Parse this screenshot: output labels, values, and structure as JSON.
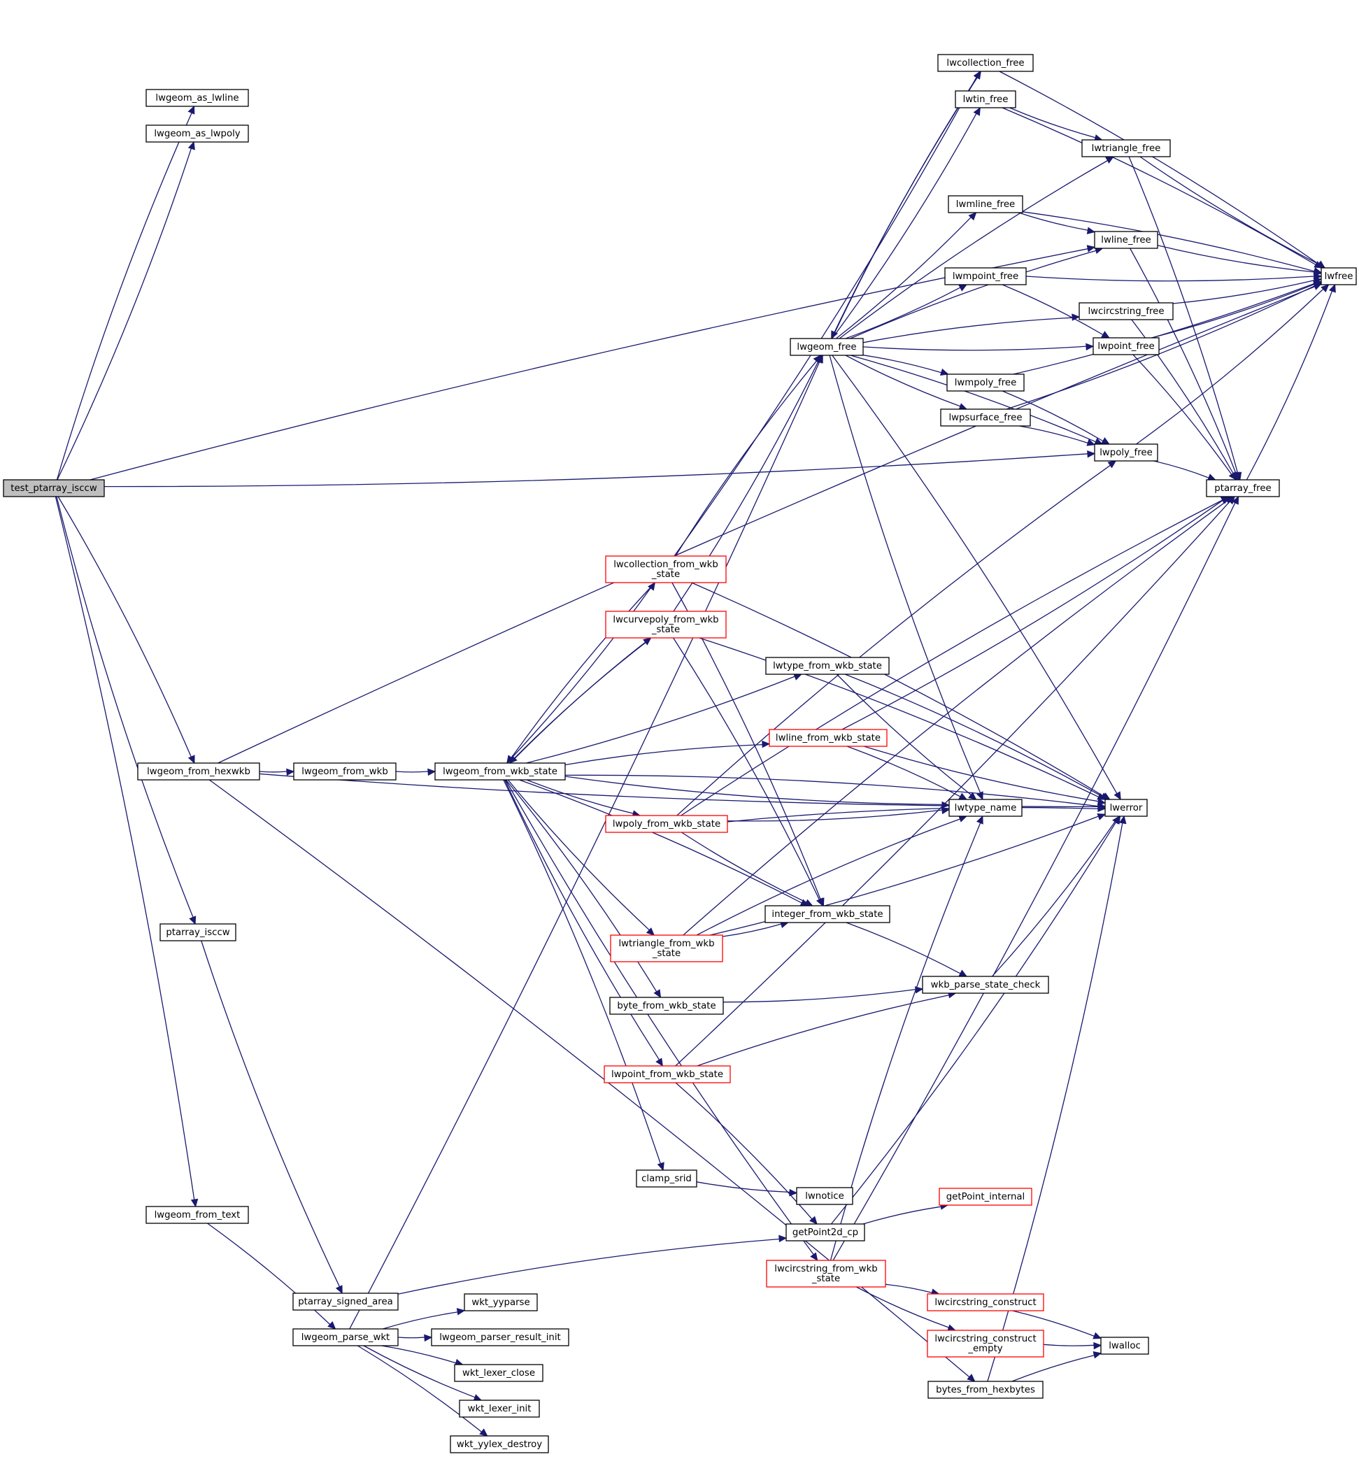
{
  "colors": {
    "edge": "#191970",
    "node_border": "#000000",
    "node_border_truncated": "#ff0000",
    "root_fill": "#bfbfbf",
    "background": "#ffffff"
  },
  "nodes": [
    {
      "id": "test_ptarray_isccw",
      "lines": [
        "test_ptarray_isccw"
      ],
      "style": "root"
    },
    {
      "id": "lwgeom_as_lwline",
      "lines": [
        "lwgeom_as_lwline"
      ]
    },
    {
      "id": "lwgeom_as_lwpoly",
      "lines": [
        "lwgeom_as_lwpoly"
      ]
    },
    {
      "id": "lwgeom_from_hexwkb",
      "lines": [
        "lwgeom_from_hexwkb"
      ]
    },
    {
      "id": "ptarray_isccw",
      "lines": [
        "ptarray_isccw"
      ]
    },
    {
      "id": "lwgeom_from_text",
      "lines": [
        "lwgeom_from_text"
      ]
    },
    {
      "id": "lwgeom_from_wkb",
      "lines": [
        "lwgeom_from_wkb"
      ]
    },
    {
      "id": "ptarray_signed_area",
      "lines": [
        "ptarray_signed_area"
      ]
    },
    {
      "id": "lwgeom_parse_wkt",
      "lines": [
        "lwgeom_parse_wkt"
      ]
    },
    {
      "id": "lwgeom_from_wkb_state",
      "lines": [
        "lwgeom_from_wkb_state"
      ]
    },
    {
      "id": "wkt_yyparse",
      "lines": [
        "wkt_yyparse"
      ]
    },
    {
      "id": "lwgeom_parser_result_init",
      "lines": [
        "lwgeom_parser_result_init"
      ]
    },
    {
      "id": "wkt_lexer_close",
      "lines": [
        "wkt_lexer_close"
      ]
    },
    {
      "id": "wkt_lexer_init",
      "lines": [
        "wkt_lexer_init"
      ]
    },
    {
      "id": "wkt_yylex_destroy",
      "lines": [
        "wkt_yylex_destroy"
      ]
    },
    {
      "id": "lwcollection_from_wkb_state",
      "lines": [
        "lwcollection_from_wkb",
        "_state"
      ],
      "style": "truncated"
    },
    {
      "id": "lwcurvepoly_from_wkb_state",
      "lines": [
        "lwcurvepoly_from_wkb",
        "_state"
      ],
      "style": "truncated"
    },
    {
      "id": "lwpoly_from_wkb_state",
      "lines": [
        "lwpoly_from_wkb_state"
      ],
      "style": "truncated"
    },
    {
      "id": "lwtriangle_from_wkb_state",
      "lines": [
        "lwtriangle_from_wkb",
        "_state"
      ],
      "style": "truncated"
    },
    {
      "id": "byte_from_wkb_state",
      "lines": [
        "byte_from_wkb_state"
      ]
    },
    {
      "id": "lwpoint_from_wkb_state",
      "lines": [
        "lwpoint_from_wkb_state"
      ],
      "style": "truncated"
    },
    {
      "id": "clamp_srid",
      "lines": [
        "clamp_srid"
      ]
    },
    {
      "id": "lwgeom_free",
      "lines": [
        "lwgeom_free"
      ]
    },
    {
      "id": "lwtype_from_wkb_state",
      "lines": [
        "lwtype_from_wkb_state"
      ]
    },
    {
      "id": "lwline_from_wkb_state",
      "lines": [
        "lwline_from_wkb_state"
      ],
      "style": "truncated"
    },
    {
      "id": "integer_from_wkb_state",
      "lines": [
        "integer_from_wkb_state"
      ]
    },
    {
      "id": "lwnotice",
      "lines": [
        "lwnotice"
      ]
    },
    {
      "id": "getPoint2d_cp",
      "lines": [
        "getPoint2d_cp"
      ]
    },
    {
      "id": "lwcircstring_from_wkb_state",
      "lines": [
        "lwcircstring_from_wkb",
        "_state"
      ],
      "style": "truncated"
    },
    {
      "id": "lwcollection_free",
      "lines": [
        "lwcollection_free"
      ]
    },
    {
      "id": "lwtin_free",
      "lines": [
        "lwtin_free"
      ]
    },
    {
      "id": "lwmline_free",
      "lines": [
        "lwmline_free"
      ]
    },
    {
      "id": "lwmpoint_free",
      "lines": [
        "lwmpoint_free"
      ]
    },
    {
      "id": "lwmpoly_free",
      "lines": [
        "lwmpoly_free"
      ]
    },
    {
      "id": "lwpsurface_free",
      "lines": [
        "lwpsurface_free"
      ]
    },
    {
      "id": "lwtype_name",
      "lines": [
        "lwtype_name"
      ]
    },
    {
      "id": "wkb_parse_state_check",
      "lines": [
        "wkb_parse_state_check"
      ]
    },
    {
      "id": "bytes_from_hexbytes",
      "lines": [
        "bytes_from_hexbytes"
      ]
    },
    {
      "id": "getPoint_internal",
      "lines": [
        "getPoint_internal"
      ],
      "style": "truncated"
    },
    {
      "id": "lwcircstring_construct",
      "lines": [
        "lwcircstring_construct"
      ],
      "style": "truncated"
    },
    {
      "id": "lwcircstring_construct_empty",
      "lines": [
        "lwcircstring_construct",
        "_empty"
      ],
      "style": "truncated"
    },
    {
      "id": "lwtriangle_free",
      "lines": [
        "lwtriangle_free"
      ]
    },
    {
      "id": "lwline_free",
      "lines": [
        "lwline_free"
      ]
    },
    {
      "id": "lwcircstring_free",
      "lines": [
        "lwcircstring_free"
      ]
    },
    {
      "id": "lwpoint_free",
      "lines": [
        "lwpoint_free"
      ]
    },
    {
      "id": "lwpoly_free",
      "lines": [
        "lwpoly_free"
      ]
    },
    {
      "id": "lwerror",
      "lines": [
        "lwerror"
      ]
    },
    {
      "id": "lwalloc",
      "lines": [
        "lwalloc"
      ]
    },
    {
      "id": "ptarray_free",
      "lines": [
        "ptarray_free"
      ]
    },
    {
      "id": "lwfree",
      "lines": [
        "lwfree"
      ]
    }
  ],
  "edges": [
    [
      "test_ptarray_isccw",
      "lwgeom_as_lwline"
    ],
    [
      "test_ptarray_isccw",
      "lwgeom_as_lwpoly"
    ],
    [
      "test_ptarray_isccw",
      "lwline_free"
    ],
    [
      "test_ptarray_isccw",
      "lwpoly_free"
    ],
    [
      "test_ptarray_isccw",
      "lwgeom_from_hexwkb"
    ],
    [
      "test_ptarray_isccw",
      "ptarray_isccw"
    ],
    [
      "test_ptarray_isccw",
      "lwgeom_from_text"
    ],
    [
      "lwgeom_from_hexwkb",
      "lwgeom_from_wkb"
    ],
    [
      "lwgeom_from_hexwkb",
      "lwfree"
    ],
    [
      "lwgeom_from_hexwkb",
      "lwerror"
    ],
    [
      "lwgeom_from_hexwkb",
      "bytes_from_hexbytes"
    ],
    [
      "ptarray_isccw",
      "ptarray_signed_area"
    ],
    [
      "lwgeom_from_text",
      "lwgeom_parse_wkt"
    ],
    [
      "lwgeom_from_wkb",
      "lwgeom_from_wkb_state"
    ],
    [
      "ptarray_signed_area",
      "getPoint2d_cp"
    ],
    [
      "lwgeom_parse_wkt",
      "lwgeom_free"
    ],
    [
      "lwgeom_parse_wkt",
      "wkt_yyparse"
    ],
    [
      "lwgeom_parse_wkt",
      "lwgeom_parser_result_init"
    ],
    [
      "lwgeom_parse_wkt",
      "wkt_lexer_close"
    ],
    [
      "lwgeom_parse_wkt",
      "wkt_lexer_init"
    ],
    [
      "lwgeom_parse_wkt",
      "wkt_yylex_destroy"
    ],
    [
      "lwgeom_from_wkb_state",
      "lwcollection_from_wkb_state"
    ],
    [
      "lwgeom_from_wkb_state",
      "lwcurvepoly_from_wkb_state"
    ],
    [
      "lwgeom_from_wkb_state",
      "lwtype_from_wkb_state"
    ],
    [
      "lwgeom_from_wkb_state",
      "lwline_from_wkb_state"
    ],
    [
      "lwgeom_from_wkb_state",
      "lwtype_name"
    ],
    [
      "lwgeom_from_wkb_state",
      "lwerror"
    ],
    [
      "lwgeom_from_wkb_state",
      "lwpoly_from_wkb_state"
    ],
    [
      "lwgeom_from_wkb_state",
      "integer_from_wkb_state"
    ],
    [
      "lwgeom_from_wkb_state",
      "lwtriangle_from_wkb_state"
    ],
    [
      "lwgeom_from_wkb_state",
      "byte_from_wkb_state"
    ],
    [
      "lwgeom_from_wkb_state",
      "lwpoint_from_wkb_state"
    ],
    [
      "lwgeom_from_wkb_state",
      "clamp_srid"
    ],
    [
      "lwgeom_from_wkb_state",
      "lwcircstring_from_wkb_state"
    ],
    [
      "lwcollection_from_wkb_state",
      "lwgeom_free"
    ],
    [
      "lwcollection_from_wkb_state",
      "lwcollection_free"
    ],
    [
      "lwcollection_from_wkb_state",
      "lwerror"
    ],
    [
      "lwcollection_from_wkb_state",
      "lwgeom_from_wkb_state"
    ],
    [
      "lwcollection_from_wkb_state",
      "integer_from_wkb_state"
    ],
    [
      "lwcurvepoly_from_wkb_state",
      "lwgeom_free"
    ],
    [
      "lwcurvepoly_from_wkb_state",
      "lwerror"
    ],
    [
      "lwcurvepoly_from_wkb_state",
      "lwgeom_from_wkb_state"
    ],
    [
      "lwcurvepoly_from_wkb_state",
      "integer_from_wkb_state"
    ],
    [
      "lwtype_from_wkb_state",
      "lwtype_name"
    ],
    [
      "lwtype_from_wkb_state",
      "lwerror"
    ],
    [
      "lwline_from_wkb_state",
      "ptarray_free"
    ],
    [
      "lwline_from_wkb_state",
      "lwtype_name"
    ],
    [
      "lwline_from_wkb_state",
      "lwerror"
    ],
    [
      "lwpoly_from_wkb_state",
      "lwpoly_free"
    ],
    [
      "lwpoly_from_wkb_state",
      "lwtype_name"
    ],
    [
      "lwpoly_from_wkb_state",
      "lwerror"
    ],
    [
      "lwpoly_from_wkb_state",
      "integer_from_wkb_state"
    ],
    [
      "lwpoly_from_wkb_state",
      "ptarray_free"
    ],
    [
      "lwtriangle_from_wkb_state",
      "integer_from_wkb_state"
    ],
    [
      "lwtriangle_from_wkb_state",
      "lwtype_name"
    ],
    [
      "lwtriangle_from_wkb_state",
      "lwerror"
    ],
    [
      "lwtriangle_from_wkb_state",
      "ptarray_free"
    ],
    [
      "byte_from_wkb_state",
      "wkb_parse_state_check"
    ],
    [
      "lwpoint_from_wkb_state",
      "wkb_parse_state_check"
    ],
    [
      "lwpoint_from_wkb_state",
      "ptarray_free"
    ],
    [
      "lwpoint_from_wkb_state",
      "getPoint2d_cp"
    ],
    [
      "clamp_srid",
      "lwnotice"
    ],
    [
      "integer_from_wkb_state",
      "wkb_parse_state_check"
    ],
    [
      "wkb_parse_state_check",
      "lwerror"
    ],
    [
      "getPoint2d_cp",
      "getPoint_internal"
    ],
    [
      "getPoint2d_cp",
      "lwerror"
    ],
    [
      "lwcircstring_from_wkb_state",
      "lwtype_name"
    ],
    [
      "lwcircstring_from_wkb_state",
      "ptarray_free"
    ],
    [
      "lwcircstring_from_wkb_state",
      "lwcircstring_construct"
    ],
    [
      "lwcircstring_from_wkb_state",
      "lwcircstring_construct_empty"
    ],
    [
      "lwcircstring_construct",
      "lwalloc"
    ],
    [
      "lwcircstring_construct_empty",
      "lwalloc"
    ],
    [
      "bytes_from_hexbytes",
      "lwalloc"
    ],
    [
      "bytes_from_hexbytes",
      "lwerror"
    ],
    [
      "lwgeom_free",
      "lwcollection_free"
    ],
    [
      "lwgeom_free",
      "lwtin_free"
    ],
    [
      "lwgeom_free",
      "lwtriangle_free"
    ],
    [
      "lwgeom_free",
      "lwmline_free"
    ],
    [
      "lwgeom_free",
      "lwline_free"
    ],
    [
      "lwgeom_free",
      "lwmpoint_free"
    ],
    [
      "lwgeom_free",
      "lwcircstring_free"
    ],
    [
      "lwgeom_free",
      "lwpoint_free"
    ],
    [
      "lwgeom_free",
      "lwmpoly_free"
    ],
    [
      "lwgeom_free",
      "lwpsurface_free"
    ],
    [
      "lwgeom_free",
      "lwpoly_free"
    ],
    [
      "lwgeom_free",
      "lwtype_name"
    ],
    [
      "lwgeom_free",
      "lwerror"
    ],
    [
      "lwcollection_free",
      "lwgeom_free"
    ],
    [
      "lwcollection_free",
      "lwfree"
    ],
    [
      "lwtin_free",
      "lwtriangle_free"
    ],
    [
      "lwtin_free",
      "lwfree"
    ],
    [
      "lwtriangle_free",
      "lwfree"
    ],
    [
      "lwtriangle_free",
      "ptarray_free"
    ],
    [
      "lwmline_free",
      "lwline_free"
    ],
    [
      "lwmline_free",
      "lwfree"
    ],
    [
      "lwline_free",
      "lwfree"
    ],
    [
      "lwline_free",
      "ptarray_free"
    ],
    [
      "lwmpoint_free",
      "lwfree"
    ],
    [
      "lwmpoint_free",
      "lwpoint_free"
    ],
    [
      "lwcircstring_free",
      "lwfree"
    ],
    [
      "lwcircstring_free",
      "ptarray_free"
    ],
    [
      "lwpoint_free",
      "lwfree"
    ],
    [
      "lwpoint_free",
      "ptarray_free"
    ],
    [
      "lwmpoly_free",
      "lwfree"
    ],
    [
      "lwmpoly_free",
      "lwpoly_free"
    ],
    [
      "lwpsurface_free",
      "lwfree"
    ],
    [
      "lwpsurface_free",
      "lwpoly_free"
    ],
    [
      "lwpoly_free",
      "lwfree"
    ],
    [
      "lwpoly_free",
      "ptarray_free"
    ],
    [
      "ptarray_free",
      "lwfree"
    ]
  ]
}
